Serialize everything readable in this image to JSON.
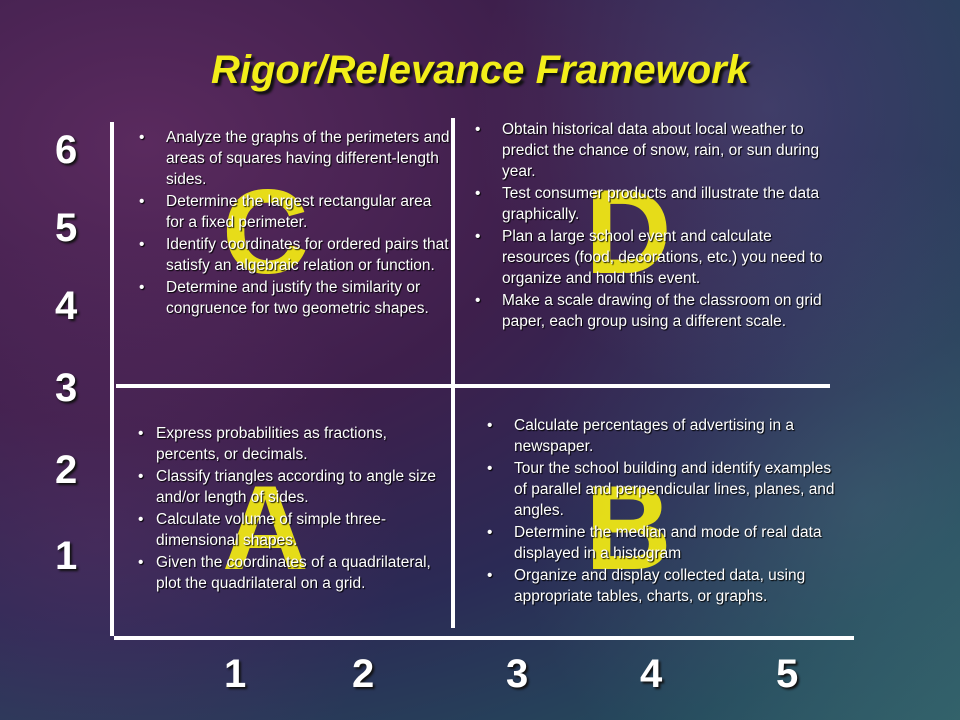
{
  "title": "Rigor/Relevance Framework",
  "y_axis": [
    "6",
    "5",
    "4",
    "3",
    "2",
    "1"
  ],
  "x_axis": [
    "1",
    "2",
    "3",
    "4",
    "5"
  ],
  "quadrants": {
    "C": {
      "letter": "C",
      "items": [
        "Analyze the graphs of the perimeters and areas of squares having different-length sides.",
        "Determine the largest rectangular area for a fixed perimeter.",
        "Identify coordinates for ordered pairs that satisfy an algebraic relation or function.",
        "Determine and justify the similarity or congruence for two geometric shapes."
      ]
    },
    "D": {
      "letter": "D",
      "items": [
        "Obtain historical data about local weather to predict the chance of snow, rain, or sun during year.",
        "Test consumer products and illustrate the data graphically.",
        "Plan a large school event and calculate resources (food, decorations, etc.) you need to organize and hold this event.",
        "Make a scale drawing of the classroom on grid paper, each group using a different scale."
      ]
    },
    "A": {
      "letter": "A",
      "items": [
        "Express probabilities as fractions, percents, or decimals.",
        "Classify triangles according to angle size and/or length of sides.",
        "Calculate volume of simple three-dimensional shapes.",
        "Given the coordinates of a quadrilateral, plot the quadrilateral on a grid."
      ]
    },
    "B": {
      "letter": "B",
      "items": [
        "Calculate percentages of advertising in a newspaper.",
        "Tour the school building and identify examples of parallel and perpendicular lines, planes, and angles.",
        "Determine the median and mode of real data displayed in a histogram",
        "Organize and display collected data, using appropriate tables, charts, or graphs."
      ]
    }
  },
  "colors": {
    "title": "#f2ee1a",
    "letters": "#f4ec14",
    "text": "#ffffff"
  }
}
